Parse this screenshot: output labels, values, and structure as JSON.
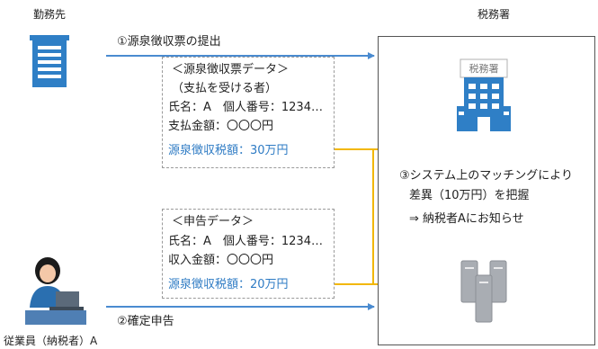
{
  "employer": {
    "label": "勤務先"
  },
  "tax_office": {
    "label": "税務署",
    "sign": "税務署"
  },
  "employee": {
    "label": "従業員（納税者）A"
  },
  "arrow_top": {
    "label": "①源泉徴収票の提出"
  },
  "arrow_bottom": {
    "label": "②確定申告"
  },
  "withholding_box": {
    "title": "＜源泉徴収票データ＞",
    "subtitle": "（支払を受ける者）",
    "name_line": "氏名：A　個人番号：1234…",
    "amount_line": "支払金額：〇〇〇円",
    "tax_line": "源泉徴収税額：30万円"
  },
  "return_box": {
    "title": "＜申告データ＞",
    "name_line": "氏名：A　個人番号：1234…",
    "income_line": "収入金額：〇〇〇円",
    "tax_line": "源泉徴収税額：20万円"
  },
  "matching": {
    "line1": "③システム上のマッチングにより",
    "line2": "差異（10万円）を把握",
    "line3": "⇒ 納税者Aにお知らせ"
  },
  "colors": {
    "accent_blue": "#2e7bc4",
    "arrow_yellow": "#f2b705",
    "arrow_blue": "#4a8bd0"
  }
}
